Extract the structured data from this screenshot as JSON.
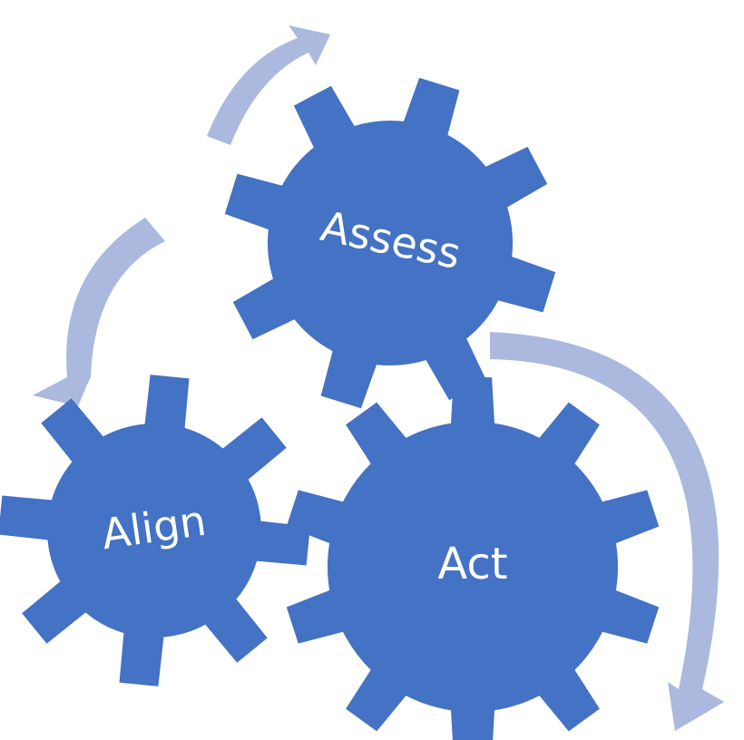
{
  "colors": {
    "gear_fill": "#4472C4",
    "arrow_fill": "#AAB9DD",
    "label": "#FFFFFF",
    "background": "#FFFFFF"
  },
  "gears": {
    "assess": {
      "label": "Assess",
      "teeth": 8
    },
    "align": {
      "label": "Align",
      "teeth": 8
    },
    "act": {
      "label": "Act",
      "teeth": 10
    }
  },
  "arrows": [
    {
      "name": "cycle-arrow-assess",
      "icon": "curved-arrow-icon"
    },
    {
      "name": "cycle-arrow-align",
      "icon": "curved-arrow-icon"
    },
    {
      "name": "cycle-arrow-act",
      "icon": "curved-arrow-icon"
    }
  ]
}
